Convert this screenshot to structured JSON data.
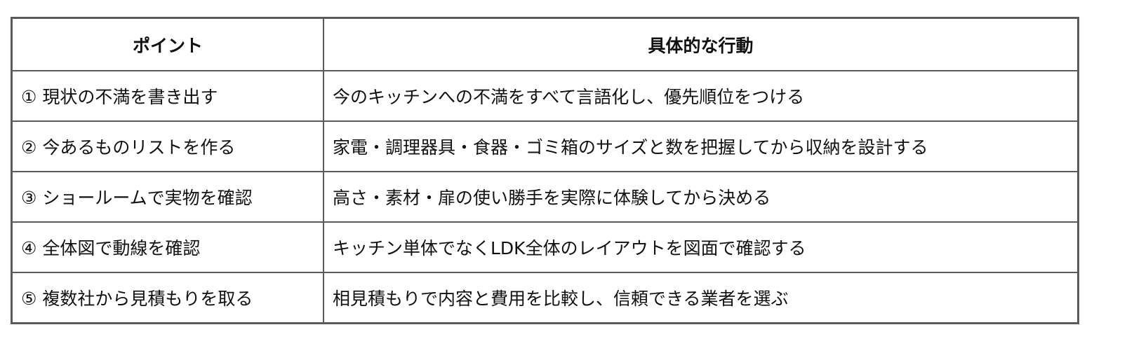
{
  "table": {
    "headers": [
      "ポイント",
      "具体的な行動"
    ],
    "rows": [
      [
        "① 現状の不満を書き出す",
        "今のキッチンへの不満をすべて言語化し、優先順位をつける"
      ],
      [
        "② 今あるものリストを作る",
        "家電・調理器具・食器・ゴミ箱のサイズと数を把握してから収納を設計する"
      ],
      [
        "③ ショールームで実物を確認",
        "高さ・素材・扉の使い勝手を実際に体験してから決める"
      ],
      [
        "④ 全体図で動線を確認",
        "キッチン単体でなくLDK全体のレイアウトを図面で確認する"
      ],
      [
        "⑤ 複数社から見積もりを取る",
        "相見積もりで内容と費用を比較し、信頼できる業者を選ぶ"
      ]
    ]
  }
}
